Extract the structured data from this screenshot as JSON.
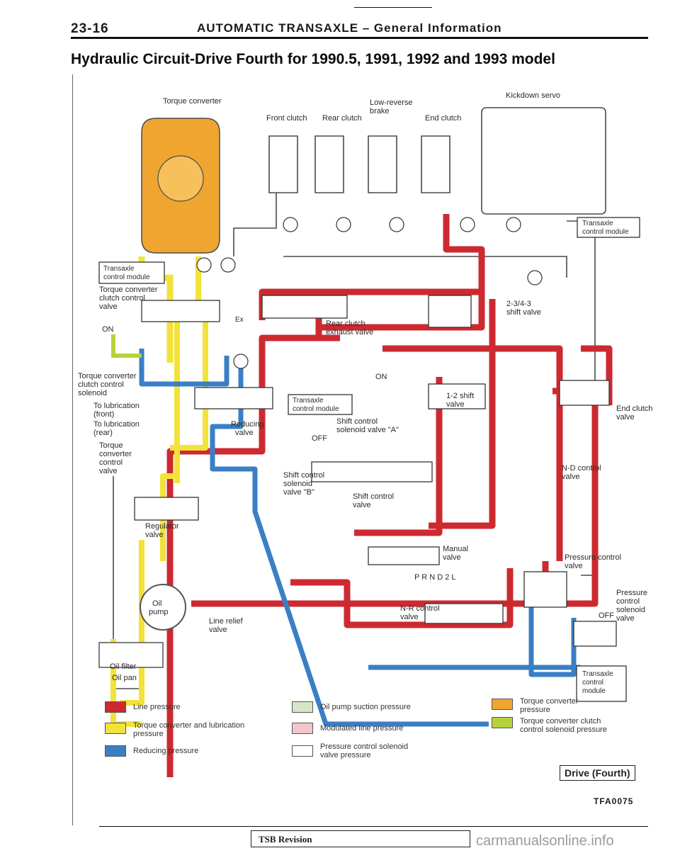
{
  "header": {
    "page_number": "23-16",
    "section_title": "AUTOMATIC TRANSAXLE – General Information"
  },
  "main_title": "Hydraulic Circuit-Drive Fourth for 1990.5, 1991, 1992 and 1993 model",
  "labels": {
    "torque_converter": "Torque converter",
    "front_clutch": "Front clutch",
    "rear_clutch": "Rear clutch",
    "low_reverse_brake_1": "Low-reverse",
    "low_reverse_brake_2": "brake",
    "end_clutch": "End clutch",
    "kickdown_servo": "Kickdown servo",
    "tcm_1a": "Transaxle",
    "tcm_1b": "control module",
    "tcm_2a": "Transaxle",
    "tcm_2b": "control module",
    "tcm_3a": "Transaxle",
    "tcm_3b": "control module",
    "tcm_4a": "Transaxle",
    "tcm_4b": "control",
    "tcm_4c": "module",
    "tcc_valve_1": "Torque converter",
    "tcc_valve_2": "clutch control",
    "tcc_valve_3": "valve",
    "on_1": "ON",
    "on_2": "ON",
    "off_1": "OFF",
    "off_2": "OFF",
    "tcc_solenoid_1": "Torque converter",
    "tcc_solenoid_2": "clutch control",
    "tcc_solenoid_3": "solenoid",
    "lube_front_1": "To lubrication",
    "lube_front_2": "(front)",
    "lube_rear_1": "To lubrication",
    "lube_rear_2": "(rear)",
    "tc_control_1": "Torque",
    "tc_control_2": "converter",
    "tc_control_3": "control",
    "tc_control_4": "valve",
    "reducing_1": "Reducing",
    "reducing_2": "valve",
    "rear_exhaust_1": "Rear clutch",
    "rear_exhaust_2": "exhaust valve",
    "shift_234_1": "2-3/4-3",
    "shift_234_2": "shift valve",
    "shift_12_1": "1-2 shift",
    "shift_12_2": "valve",
    "end_clutch_valve_1": "End clutch",
    "end_clutch_valve_2": "valve",
    "sol_a_1": "Shift control",
    "sol_a_2": "solenoid valve \"A\"",
    "sol_b_1": "Shift control",
    "sol_b_2": "solenoid",
    "sol_b_3": "valve \"B\"",
    "shift_control_1": "Shift control",
    "shift_control_2": "valve",
    "nd_control_1": "N-D control",
    "nd_control_2": "valve",
    "regulator_1": "Regulator",
    "regulator_2": "valve",
    "manual_1": "Manual",
    "manual_2": "valve",
    "prnd": "P R N D 2 L",
    "pressure_control_1": "Pressure control",
    "pressure_control_2": "valve",
    "pc_solenoid_1": "Pressure",
    "pc_solenoid_2": "control",
    "pc_solenoid_3": "solenoid",
    "pc_solenoid_4": "valve",
    "oil_pump_1": "Oil",
    "oil_pump_2": "pump",
    "line_relief_1": "Line relief",
    "line_relief_2": "valve",
    "nr_control_1": "N-R control",
    "nr_control_2": "valve",
    "oil_filter": "Oil filter",
    "oil_pan": "Oil pan",
    "ex": "Ex"
  },
  "legend": {
    "items": [
      {
        "label": "Line pressure",
        "color": "#cc2a30"
      },
      {
        "label": "Torque converter and lubrication pressure",
        "color": "#f2e23a"
      },
      {
        "label": "Reducing pressure",
        "color": "#3a7fc6"
      },
      {
        "label": "Oil pump suction pressure",
        "color": "#d8e4c6"
      },
      {
        "label": "Modulated line pressure",
        "color": "#f4c6cc"
      },
      {
        "label": "Pressure control solenoid valve pressure",
        "color": "#ffffff"
      },
      {
        "label": "Torque converter pressure",
        "color": "#f0a530"
      },
      {
        "label": "Torque converter clutch control solenoid pressure",
        "color": "#b6d23a"
      }
    ]
  },
  "drive_tag": "Drive (Fourth)",
  "figure_id": "TFA0075",
  "footer": {
    "tsb": "TSB Revision",
    "watermark": "carmanualsonline.info"
  },
  "colors": {
    "line": "#cc2a30",
    "lube": "#f2e23a",
    "reducing": "#3a7fc6",
    "torque": "#f0a530",
    "tcc": "#b6d23a",
    "outline": "#4a4a4a"
  }
}
